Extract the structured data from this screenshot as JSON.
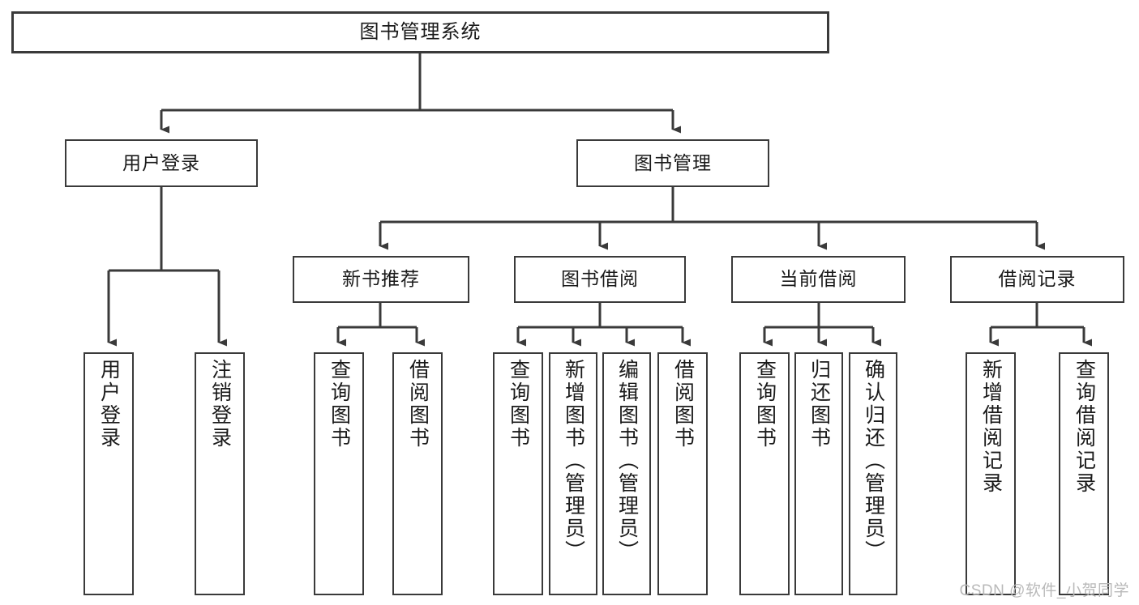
{
  "diagram": {
    "type": "tree",
    "title": "图书管理系统",
    "orientation": "top-down",
    "colors": {
      "box_border": "#3a3a3a",
      "box_fill": "#ffffff",
      "edge": "#3a3a3a",
      "text": "#1a1a1a",
      "watermark": "#b9b9b9",
      "background": "#ffffff"
    },
    "root": {
      "label": "图书管理系统"
    },
    "level2": [
      {
        "label": "用户登录"
      },
      {
        "label": "图书管理"
      }
    ],
    "level3": [
      {
        "label": "新书推荐"
      },
      {
        "label": "图书借阅"
      },
      {
        "label": "当前借阅"
      },
      {
        "label": "借阅记录"
      }
    ],
    "leaves": {
      "user_login": [
        {
          "label": "用户登录"
        },
        {
          "label": "注销登录"
        }
      ],
      "new_book_recommend": [
        {
          "label": "查询图书"
        },
        {
          "label": "借阅图书"
        }
      ],
      "book_borrow": [
        {
          "label": "查询图书"
        },
        {
          "label": "新增图书（管理员）"
        },
        {
          "label": "编辑图书（管理员）"
        },
        {
          "label": "借阅图书"
        }
      ],
      "current_borrow": [
        {
          "label": "查询图书"
        },
        {
          "label": "归还图书"
        },
        {
          "label": "确认归还（管理员）"
        }
      ],
      "borrow_record": [
        {
          "label": "新增借阅记录"
        },
        {
          "label": "查询借阅记录"
        }
      ]
    }
  },
  "watermark": {
    "text": "CSDN @软件_小贺同学"
  }
}
